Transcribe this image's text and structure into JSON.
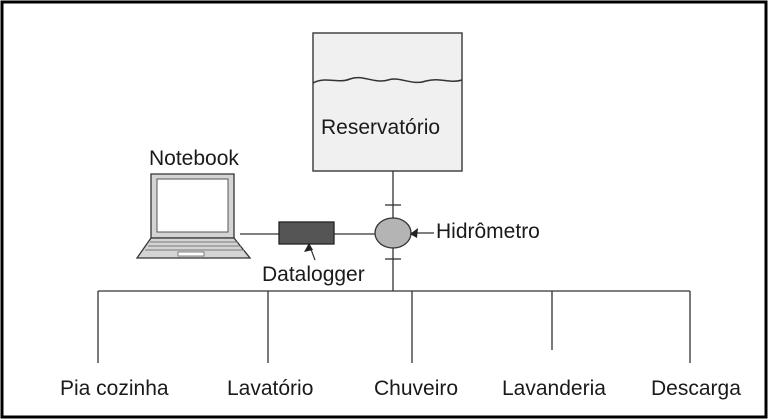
{
  "labels": {
    "reservoir": "Reservatório",
    "notebook": "Notebook",
    "meter": "Hidrômetro",
    "datalogger": "Datalogger"
  },
  "outlets": [
    "Pia cozinha",
    "Lavatório",
    "Chuveiro",
    "Lavanderia",
    "Descarga"
  ],
  "colors": {
    "frame": "#000000",
    "reservoir_fill": "#f0f0f0",
    "meter_fill": "#b4b4b4",
    "datalogger_fill": "#555555",
    "laptop_fill": "#d4d4d4",
    "line": "#333333"
  }
}
